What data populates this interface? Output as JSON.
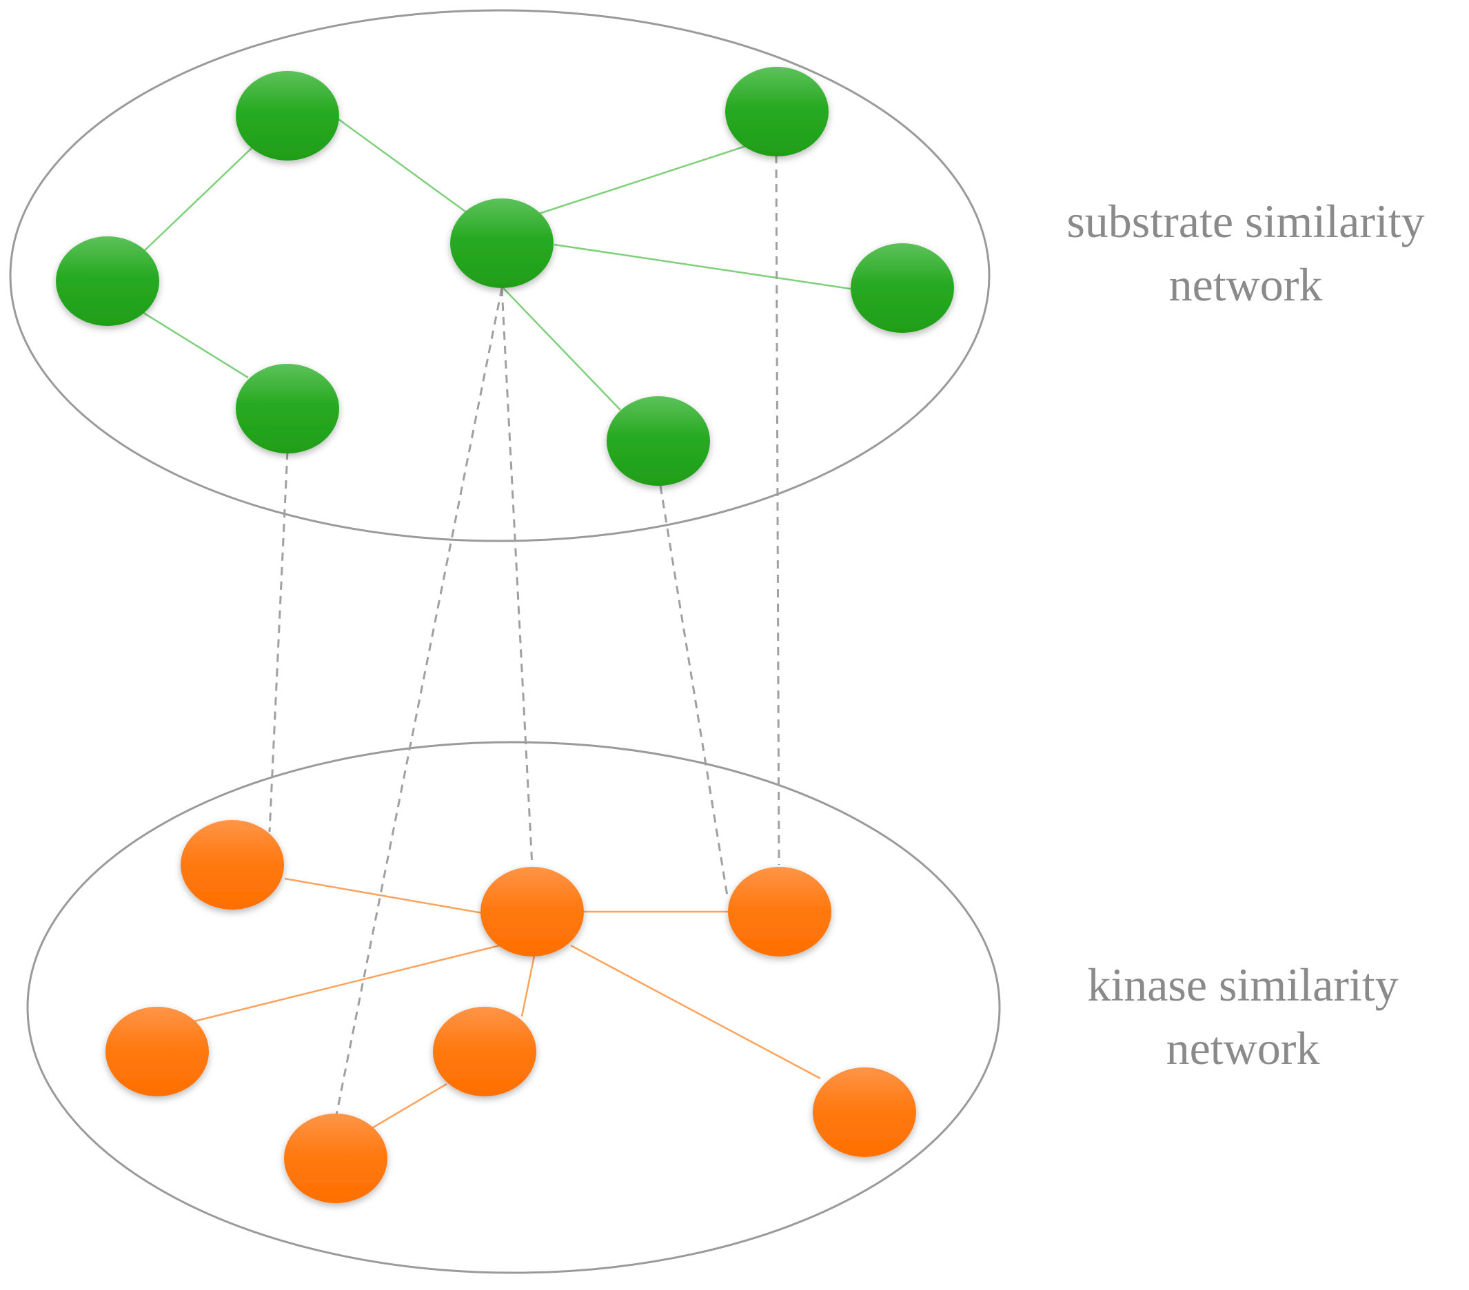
{
  "labels": {
    "substrate_line1": "substrate similarity",
    "substrate_line2": "network",
    "kinase_line1": "kinase similarity",
    "kinase_line2": "network"
  },
  "colors": {
    "substrate_node": "#22a81c",
    "substrate_node_light": "#5cc25a",
    "substrate_edge": "#7fd07a",
    "kinase_node": "#ff7306",
    "kinase_node_light": "#ff9548",
    "kinase_edge": "#ffa35c",
    "ellipse_stroke": "#9a9a9a",
    "dashed_link": "#a0a0a0",
    "label_text": "#8a8a8a"
  }
}
